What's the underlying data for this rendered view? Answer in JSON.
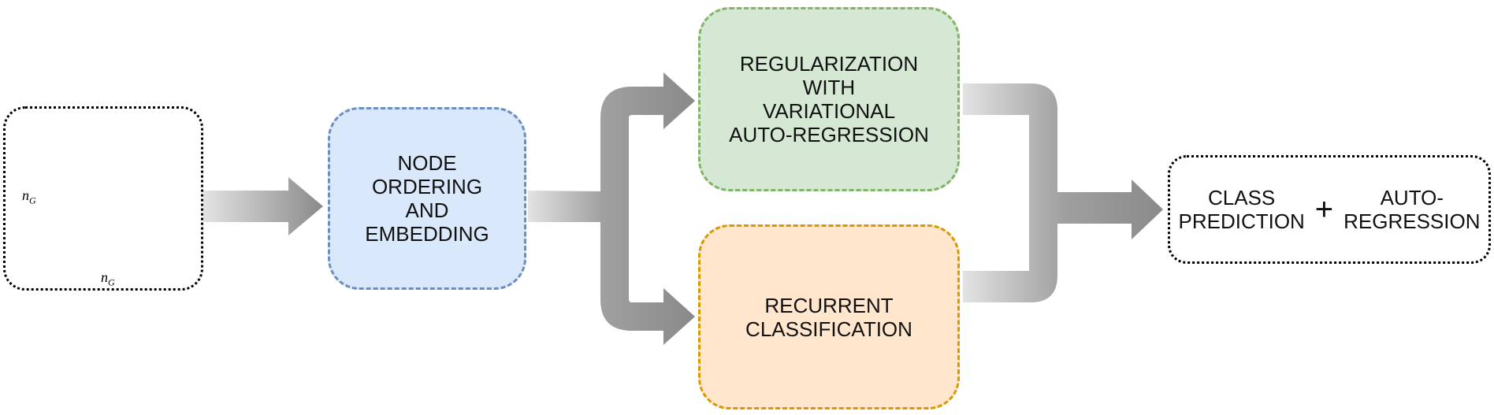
{
  "nodes": {
    "input": {
      "axis_label_main": "n",
      "axis_label_sub": "G"
    },
    "node_ordering": {
      "lines": [
        "NODE",
        "ORDERING",
        "AND",
        "EMBEDDING"
      ],
      "fill": "#dae8fc",
      "stroke": "#6c8ebf"
    },
    "regularization": {
      "lines": [
        "REGULARIZATION",
        "WITH",
        "VARIATIONAL",
        "AUTO-REGRESSION"
      ],
      "fill": "#d5e8d4",
      "stroke": "#82b366"
    },
    "recurrent": {
      "lines": [
        "RECURRENT",
        "CLASSIFICATION"
      ],
      "fill": "#ffe6cc",
      "stroke": "#d79b00"
    },
    "output": {
      "left_lines": [
        "CLASS",
        "PREDICTION"
      ],
      "operator": "+",
      "right_lines": [
        "AUTO-",
        "REGRESSION"
      ]
    }
  },
  "colors": {
    "matrix_cell": "#a20025",
    "arrow_dark": "#8a8a8a",
    "arrow_light": "#e0e0e0"
  }
}
